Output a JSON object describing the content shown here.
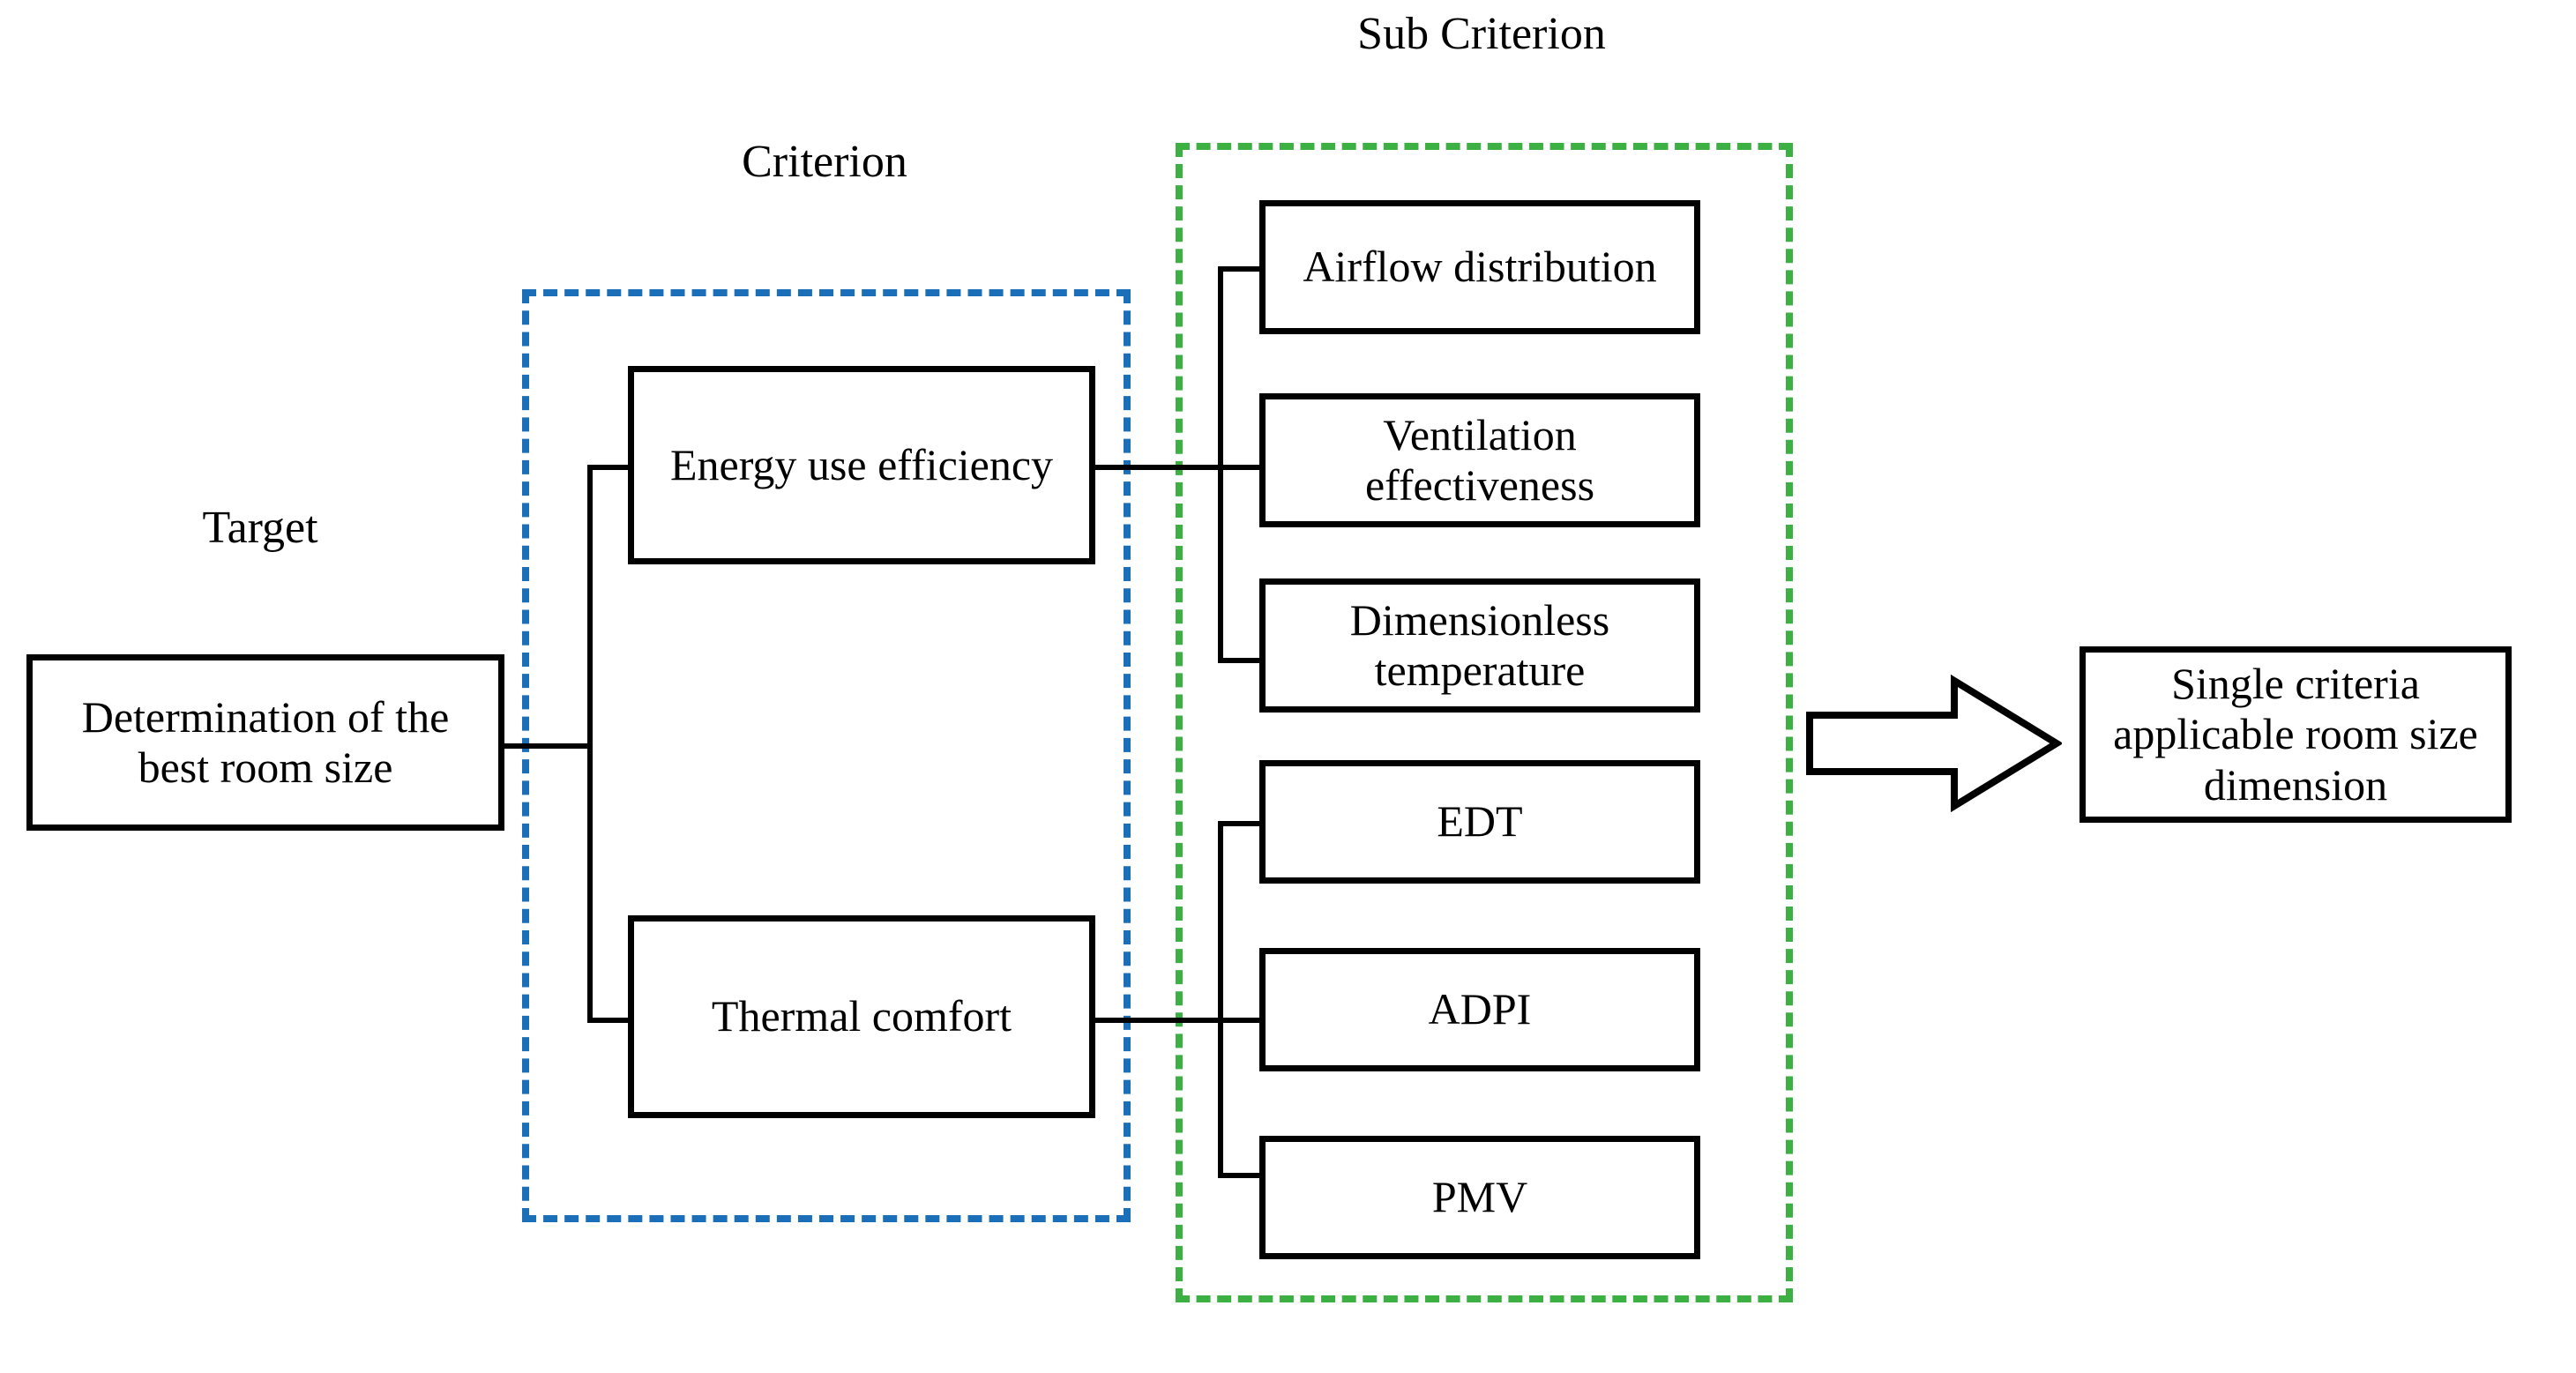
{
  "diagram": {
    "title": "Determination of the best room size hierarchy",
    "colors": {
      "criterion_frame": "#1b6fb8",
      "subcriterion_frame": "#3cb043",
      "box_border": "#000000",
      "background": "#ffffff",
      "text": "#000000"
    }
  },
  "headings": {
    "target": "Target",
    "criterion": "Criterion",
    "sub_criterion": "Sub Criterion"
  },
  "target_node": {
    "label": "Determination of the best room size"
  },
  "criteria": [
    {
      "label": "Energy use efficiency"
    },
    {
      "label": "Thermal comfort"
    }
  ],
  "sub_criteria": {
    "energy_use_efficiency": [
      {
        "label": "Airflow distribution"
      },
      {
        "label": "Ventilation effectiveness"
      },
      {
        "label": "Dimensionless temperature"
      }
    ],
    "thermal_comfort": [
      {
        "label": "EDT"
      },
      {
        "label": "ADPI"
      },
      {
        "label": "PMV"
      }
    ]
  },
  "output_node": {
    "label": "Single criteria applicable room size dimension"
  },
  "arrow": {
    "name": "right-block-arrow",
    "direction": "right"
  }
}
